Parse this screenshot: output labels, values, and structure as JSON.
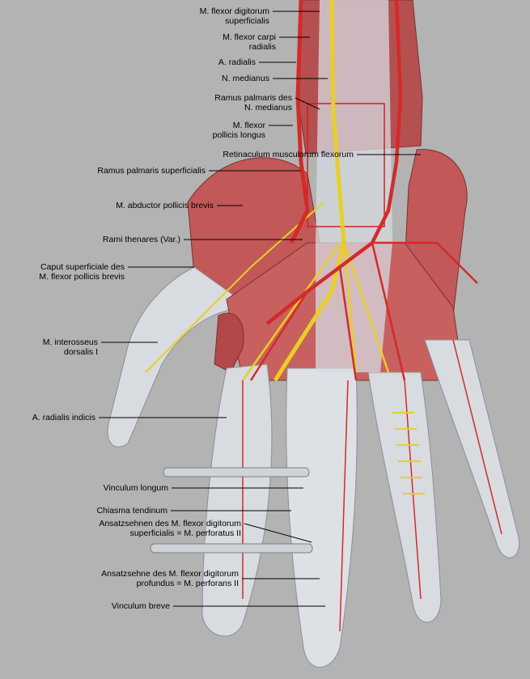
{
  "labels": [
    {
      "id": "flexor-digitorum-superficialis",
      "lines": [
        "M. flexor digitorum",
        "superficialis"
      ]
    },
    {
      "id": "flexor-carpi-radialis",
      "lines": [
        "M. flexor carpi",
        "radialis"
      ]
    },
    {
      "id": "a-radialis",
      "lines": [
        "A. radialis"
      ]
    },
    {
      "id": "n-medianus",
      "lines": [
        "N. medianus"
      ]
    },
    {
      "id": "ramus-palmaris-medianus",
      "lines": [
        "Ramus palmaris des",
        "N. medianus"
      ]
    },
    {
      "id": "flexor-pollicis-longus",
      "lines": [
        "M. flexor",
        "pollicis longus"
      ]
    },
    {
      "id": "retinaculum",
      "lines": [
        "Retinaculum musculorum flexorum"
      ]
    },
    {
      "id": "ramus-palmaris-superficialis",
      "lines": [
        "Ramus palmaris superficialis"
      ]
    },
    {
      "id": "abductor-pollicis-brevis",
      "lines": [
        "M. abductor pollicis brevis"
      ]
    },
    {
      "id": "rami-thenares",
      "lines": [
        "Rami thenares (Var.)"
      ]
    },
    {
      "id": "caput-superficiale",
      "lines": [
        "Caput superficiale des",
        "M. flexor pollicis brevis"
      ]
    },
    {
      "id": "interosseus-dorsalis",
      "lines": [
        "M. interosseus",
        "dorsalis I"
      ]
    },
    {
      "id": "a-radialis-indicis",
      "lines": [
        "A. radialis indicis"
      ]
    },
    {
      "id": "vinculum-longum",
      "lines": [
        "Vinculum longum"
      ]
    },
    {
      "id": "chiasma-tendinum",
      "lines": [
        "Chiasma tendinum"
      ]
    },
    {
      "id": "ansatzsehnen-superficialis",
      "lines": [
        "Ansatzsehnen des M. flexor digitorum",
        "superficialis = M. perforatus II"
      ]
    },
    {
      "id": "ansatzsehne-profundus",
      "lines": [
        "Ansatzsehne des M. flexor digitorum",
        "profundus = M. perforans II"
      ]
    },
    {
      "id": "vinculum-breve",
      "lines": [
        "Vinculum breve"
      ]
    }
  ],
  "colors": {
    "background": "#b3b3b3",
    "muscle": "#c85a5a",
    "tendon": "#d9dde2",
    "artery": "#d42a2a",
    "nerve": "#e8d020"
  }
}
